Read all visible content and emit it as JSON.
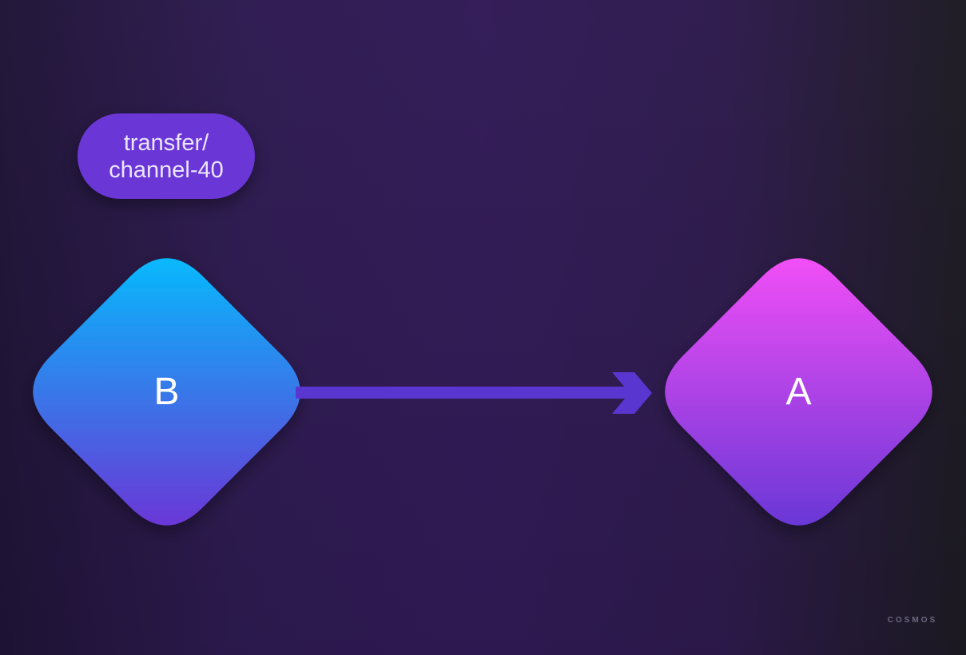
{
  "channel": {
    "line1": "transfer/",
    "line2": "channel-40"
  },
  "nodes": {
    "b": {
      "label": "B"
    },
    "a": {
      "label": "A"
    }
  },
  "brand": {
    "text": "COSMOS"
  },
  "colors": {
    "background": "#2d1a50",
    "pill": "#6a37d6",
    "arrow": "#5a36d0",
    "node_b_top": "#06b9fd",
    "node_b_bottom": "#6a37d6",
    "node_a_top": "#f14ff6",
    "node_a_bottom": "#6a37d6"
  }
}
